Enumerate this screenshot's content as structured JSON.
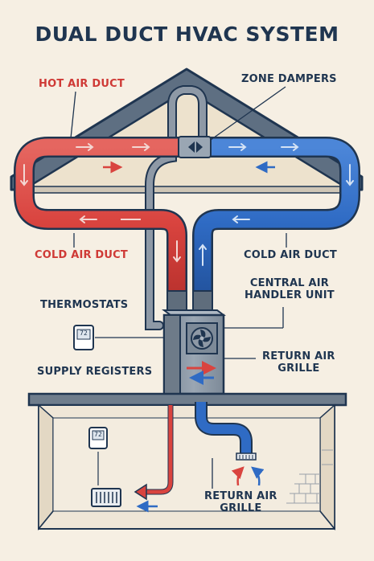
{
  "title": "DUAL DUCT HVAC SYSTEM",
  "labels": {
    "hot_air_duct": "HOT AIR DUCT",
    "zone_dampers": "ZONE DAMPERS",
    "cold_air_duct_left": "COLD AIR DUCT",
    "cold_air_duct_right": "COLD AIR DUCT",
    "thermostats": "THERMOSTATS",
    "central_air_handler": "CENTRAL AIR\nHANDLER UNIT",
    "supply_registers": "SUPPLY REGISTERS",
    "return_air_grille_upper": "RETURN AIR\nGRILLE",
    "return_air_grille_lower": "RETURN AIR\nGRILLE"
  },
  "thermostat_readout": "72",
  "colors": {
    "hot": "#d9443f",
    "cold": "#2f6bc4",
    "navy": "#1f3550",
    "gray_duct": "#8e99a6",
    "background": "#f6efe3"
  },
  "icons": [
    "thermostat-icon",
    "fan-icon",
    "supply-register-icon",
    "return-grille-icon",
    "flow-arrow-icon"
  ]
}
